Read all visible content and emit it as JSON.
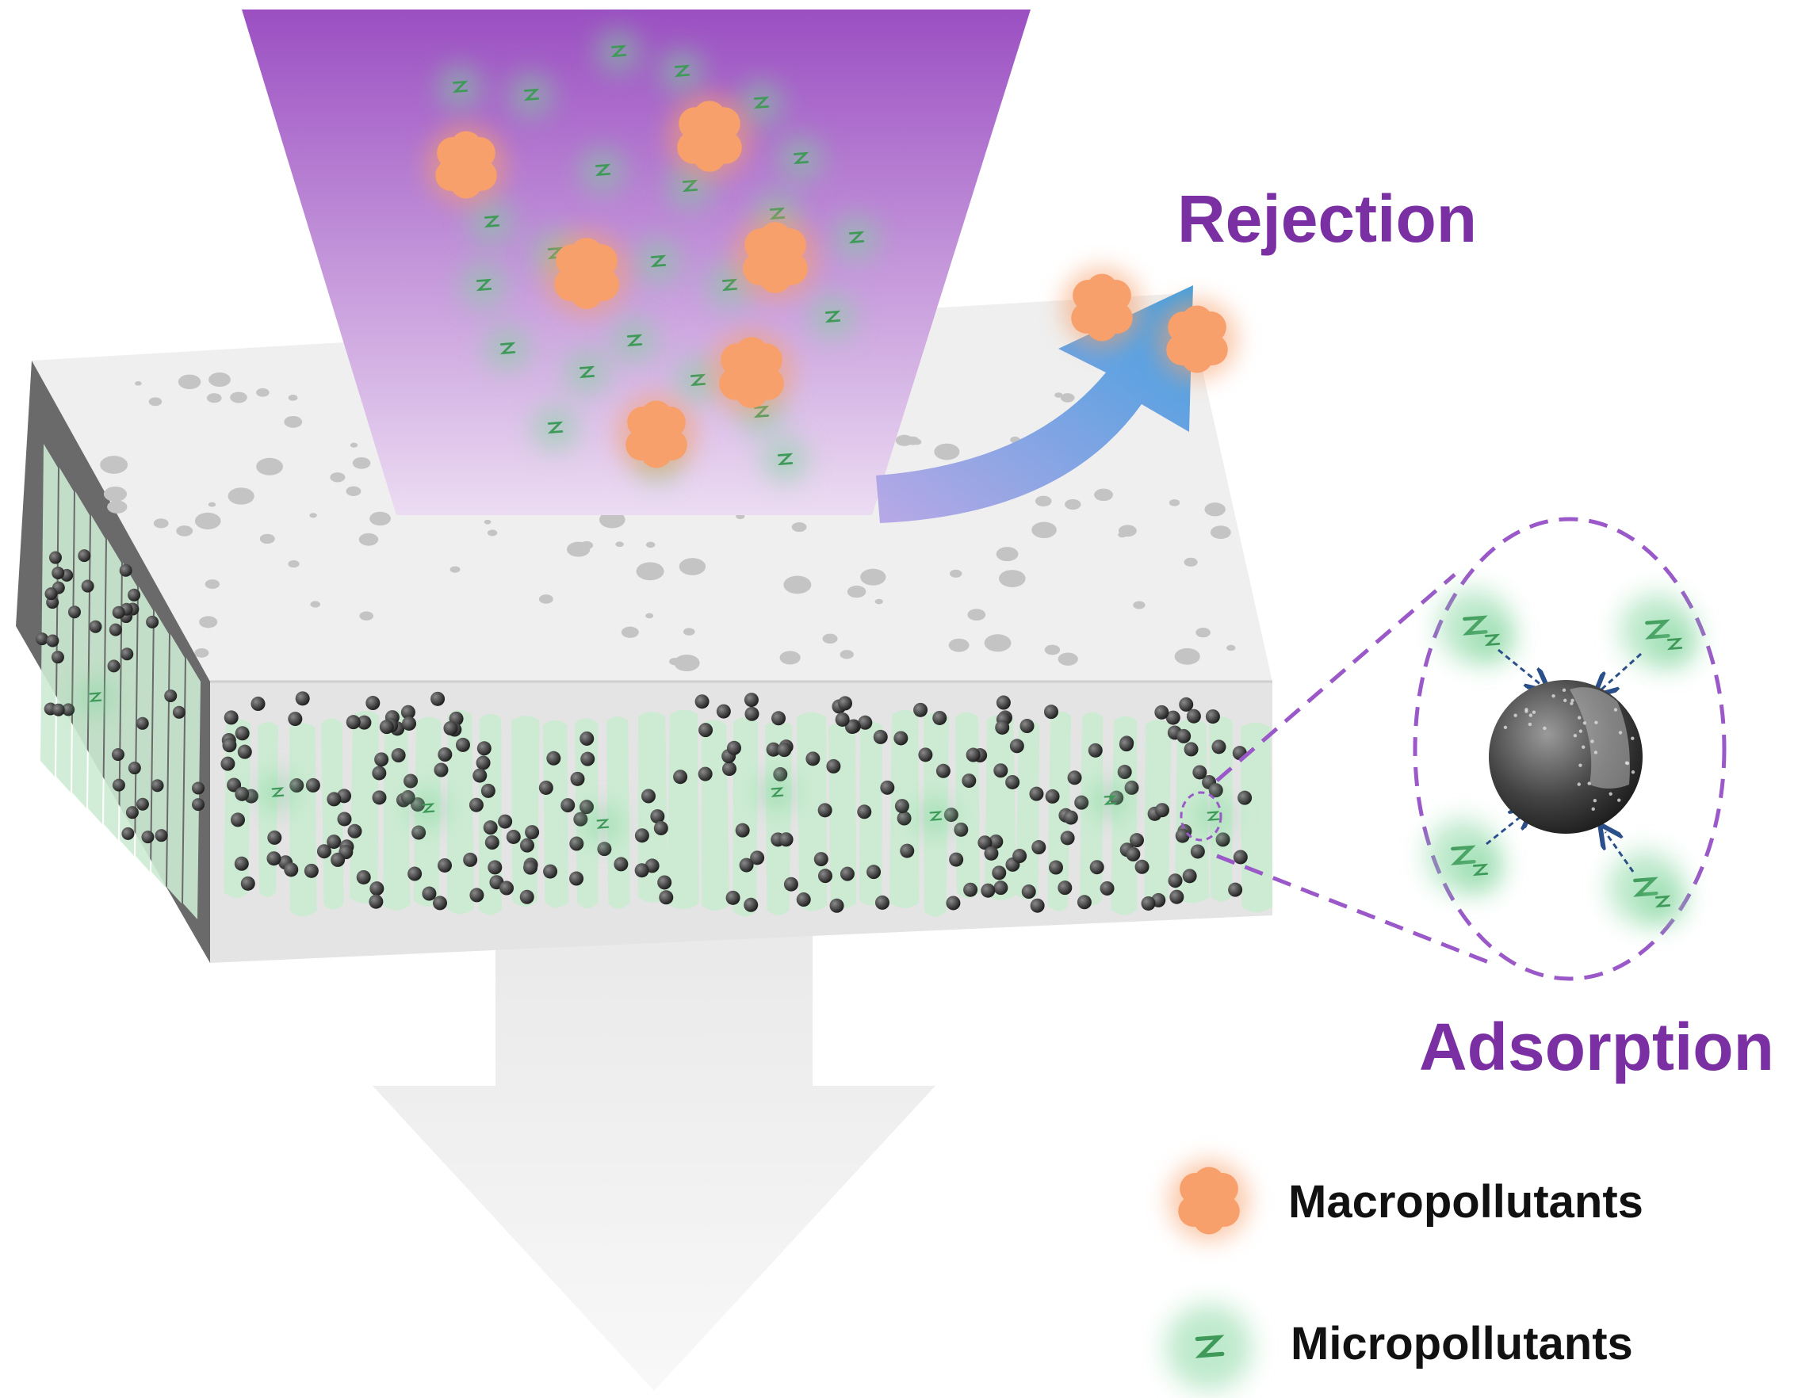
{
  "labels": {
    "rejection": "Rejection",
    "adsorption": "Adsorption"
  },
  "legend": [
    {
      "label": "Macropollutants",
      "icon": "macropollutant-icon"
    },
    {
      "label": "Micropollutants",
      "icon": "micropollutant-icon"
    }
  ],
  "colors": {
    "label_purple": "#7a2fa3",
    "feed_top": "#9b4fc2",
    "feed_bottom": "#ecdcf2",
    "macropollutant": "#f7a06c",
    "micropollutant": "#7ed49a",
    "membrane_top": "#efefef",
    "membrane_side": "#e4e4e4",
    "membrane_end": "#6a6a6a",
    "gel": "#cdebd3",
    "particle": "#2a2a2a",
    "rejection_arrow": "#3fa0e0",
    "zoom_outline": "#9a58c8",
    "permeate_arrow": "#f2f2f2"
  }
}
